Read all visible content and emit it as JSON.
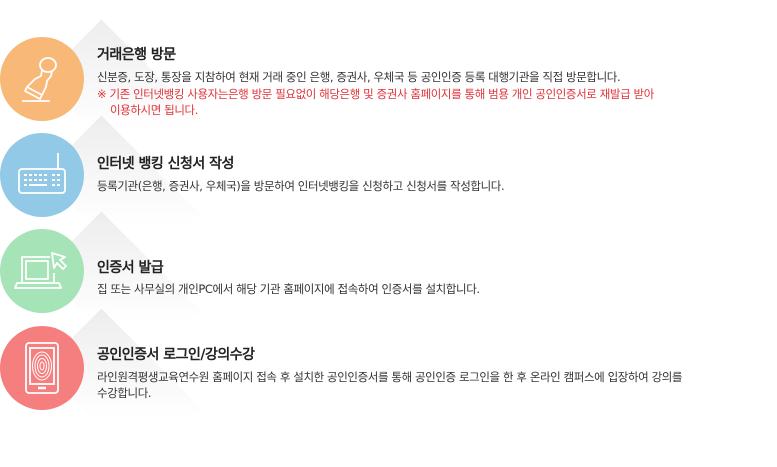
{
  "colors": {
    "step1": "#F8B978",
    "step2": "#92C9E6",
    "step3": "#A6E3B6",
    "step4": "#F47F7E",
    "note": "#E0343A"
  },
  "steps": [
    {
      "icon": "stamp-icon",
      "title": "거래은행 방문",
      "desc": "신분증, 도장, 통장을 지참하여 현재 거래 중인 은행, 증권사, 우체국 등 공인인증 등록 대행기관을 직접 방문합니다.",
      "note_line1": "※ 기존 인터넷뱅킹 사용자는은행 방문 필요없이 해당은행 및 증권사 홈페이지를 통해 범용 개인 공인인증서로 재발급 받아",
      "note_line2": "이용하시면 됩니다."
    },
    {
      "icon": "keyboard-icon",
      "title": "인터넷 뱅킹 신청서 작성",
      "desc": "등록기관(은행, 증권사, 우체국)을 방문하여 인터넷뱅킹을 신청하고 신청서를 작성합니다."
    },
    {
      "icon": "laptop-cursor-icon",
      "title": "인증서 발급",
      "desc": "집 또는 사무실의 개인PC에서 해당 기관 홈페이지에 접속하여 인증서를 설치합니다."
    },
    {
      "icon": "tablet-fingerprint-icon",
      "title": "공인인증서 로그인/강의수강",
      "desc_line1": "라인원격평생교육연수원 홈페이지 접속 후 설치한 공인인증서를 통해 공인인증 로그인을 한 후 온라인 캠퍼스에 입장하여 강의를",
      "desc_line2": "수강합니다."
    }
  ]
}
